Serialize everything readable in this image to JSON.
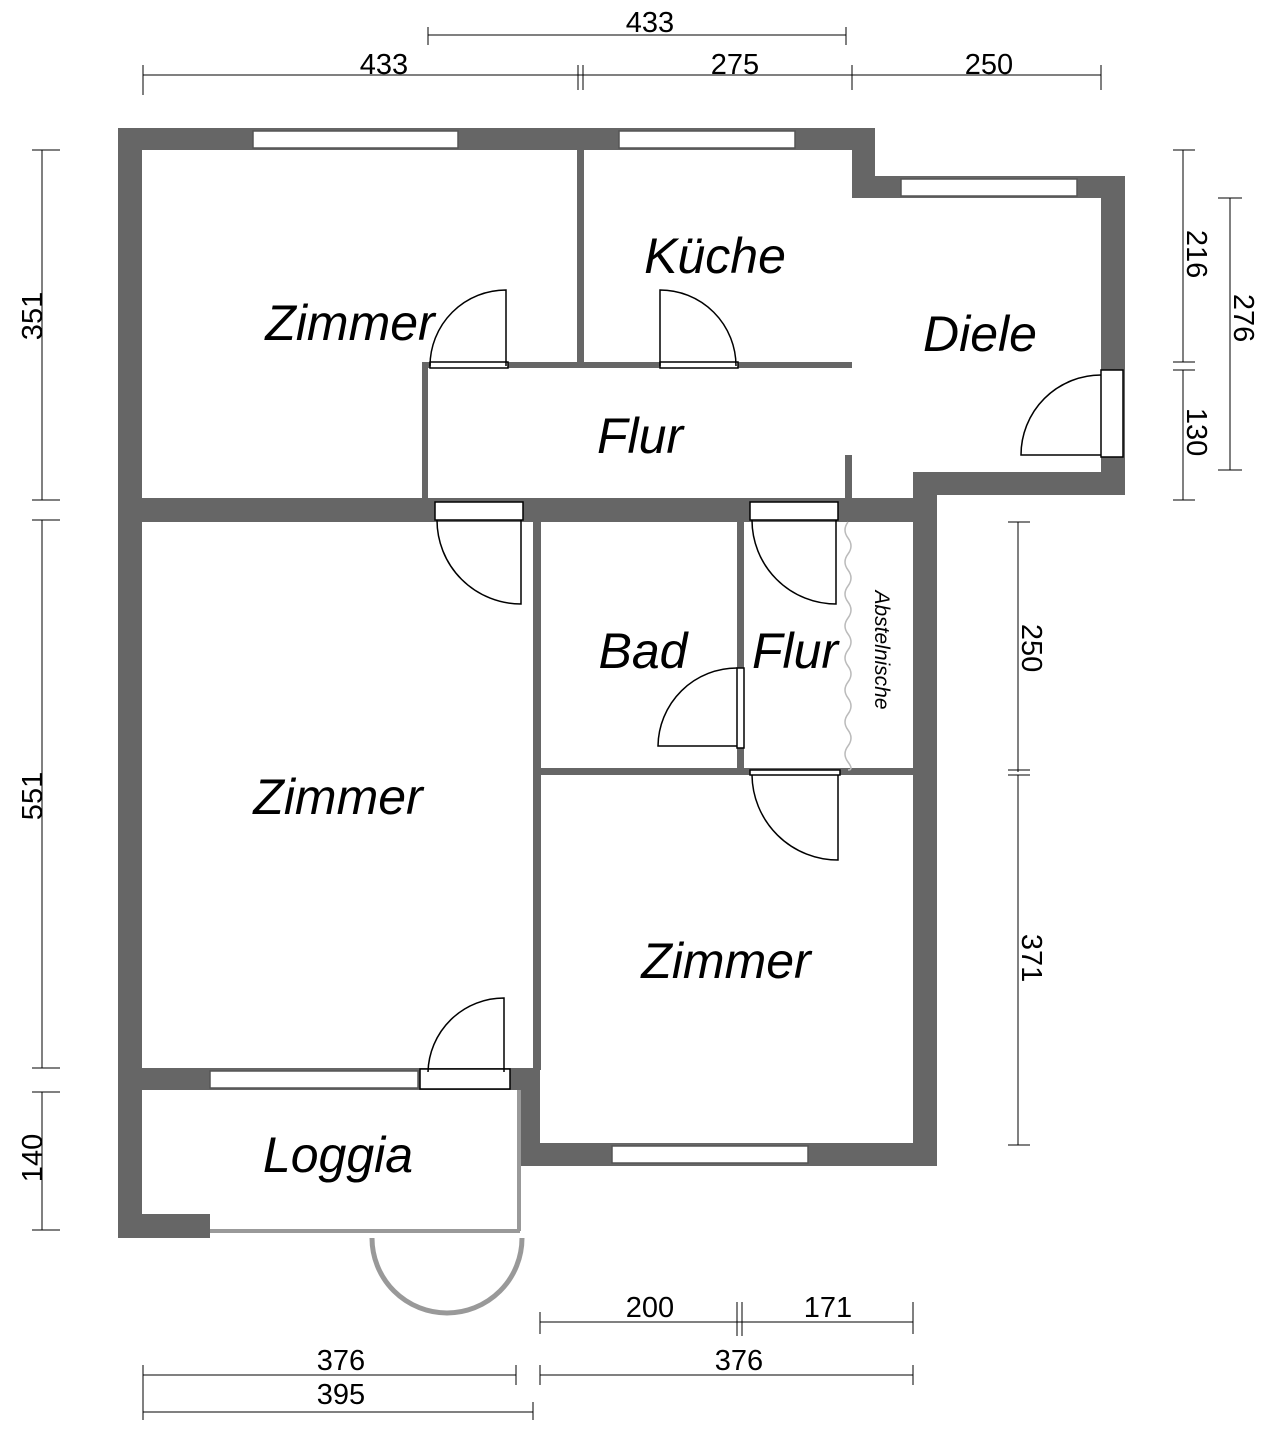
{
  "title": "Grundriss",
  "colors": {
    "wall": "#666666",
    "window": "#ffffff",
    "line": "#000000"
  },
  "rooms": {
    "zimmer_top_left": "Zimmer",
    "kueche": "Küche",
    "diele": "Diele",
    "flur_main": "Flur",
    "bad": "Bad",
    "flur_small": "Flur",
    "abstellnische": "Abstelnische",
    "zimmer_left": "Zimmer",
    "zimmer_right": "Zimmer",
    "loggia": "Loggia"
  },
  "dimensions": {
    "top_upper": "433",
    "top_1": "433",
    "top_2": "275",
    "top_3": "250",
    "left_1": "351",
    "left_2": "551",
    "left_3": "140",
    "right_outer_1": "216",
    "right_outer_2": "130",
    "right_outer_total": "276",
    "right_inner_1": "250",
    "right_inner_2": "371",
    "bottom_1": "200",
    "bottom_2": "171",
    "bottom_3": "376",
    "bottom_4": "376",
    "bottom_5": "395"
  }
}
